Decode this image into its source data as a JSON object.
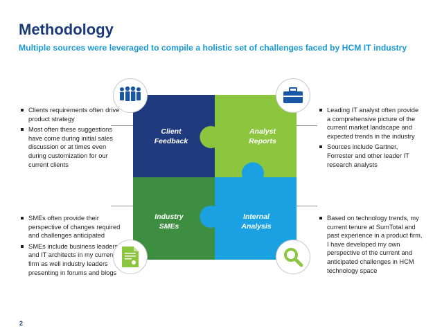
{
  "header": {
    "title": "Methodology",
    "subtitle": "Multiple sources were leveraged to compile a holistic set of challenges faced by HCM IT industry"
  },
  "pieces": {
    "client": {
      "label_line1": "Client",
      "label_line2": "Feedback",
      "color": "#1f3a7d",
      "icon": "people-icon"
    },
    "analyst": {
      "label_line1": "Analyst",
      "label_line2": "Reports",
      "color": "#8cc63f",
      "icon": "briefcase-icon"
    },
    "industry": {
      "label_line1": "Industry",
      "label_line2": "SMEs",
      "color": "#3e8e41",
      "icon": "certificate-document-icon"
    },
    "internal": {
      "label_line1": "Internal",
      "label_line2": "Analysis",
      "color": "#1ba1e2",
      "icon": "magnifier-icon"
    }
  },
  "bullets": {
    "top_left": [
      "Clients requirements often drive product strategy",
      "Most often these suggestions  have come during initial sales discussion or at times even during customization for our current clients"
    ],
    "top_right": [
      "Leading IT analyst often provide a comprehensive picture of the current market landscape and expected trends in the industry",
      "Sources include Gartner, Forrester and other leader IT research analysts"
    ],
    "bottom_left": [
      "SMEs often provide their perspective of changes required and challenges anticipated",
      "SMEs include business leaders and IT architects in my current firm as well industry leaders presenting in forums and blogs"
    ],
    "bottom_right": [
      "Based on technology trends, my current tenure at SumTotal and past experience in a product firm, I have developed my own perspective of the current and anticipated challenges in HCM technology space"
    ]
  },
  "footer": {
    "page_number": "2"
  },
  "colors": {
    "title": "#1a3a78",
    "subtitle": "#1899d4",
    "icon_blue": "#1a56a6"
  }
}
